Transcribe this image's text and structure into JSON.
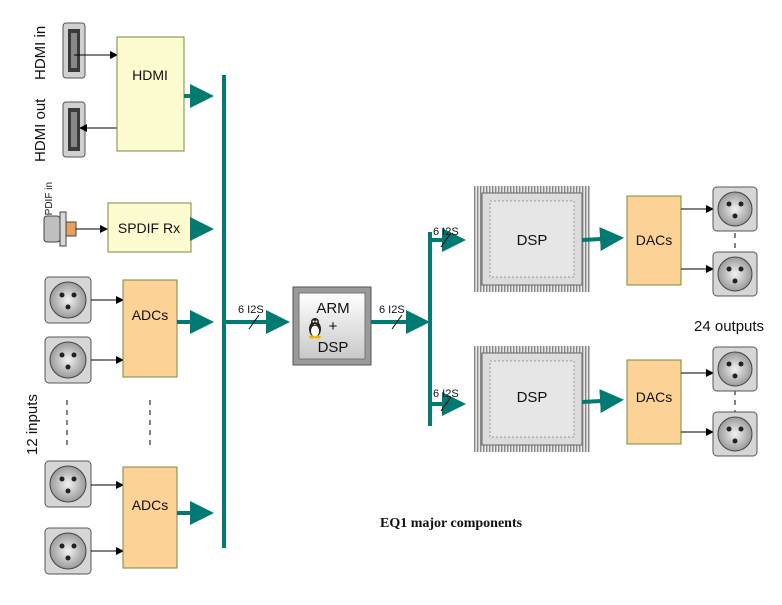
{
  "labels": {
    "hdmi_in": "HDMI in",
    "hdmi_out": "HDMI out",
    "spdif_in": "SPDIF in",
    "inputs": "12 inputs",
    "outputs": "24 outputs",
    "bus_left": "6 I2S",
    "bus_right": "6 I2S",
    "bus_dsp1": "6 I2S",
    "bus_dsp2": "6 I2S",
    "caption": "EQ1 major components"
  },
  "blocks": {
    "hdmi": "HDMI",
    "spdif_rx": "SPDIF Rx",
    "adcs_top": "ADCs",
    "adcs_bottom": "ADCs",
    "arm_line1": "ARM",
    "arm_line2": "+",
    "arm_line3": "DSP",
    "dsp_top": "DSP",
    "dsp_bottom": "DSP",
    "dacs_top": "DACs",
    "dacs_bottom": "DACs"
  },
  "colors": {
    "bus": "#007a73",
    "hdmi_fill": "#fdfbd0",
    "adc_fill": "#fcd296",
    "block_stroke": "#7a8a3a"
  },
  "icons": [
    "hdmi-port-icon",
    "spdif-connector-icon",
    "xlr-connector-icon",
    "linux-penguin-icon",
    "dsp-chip-icon"
  ]
}
